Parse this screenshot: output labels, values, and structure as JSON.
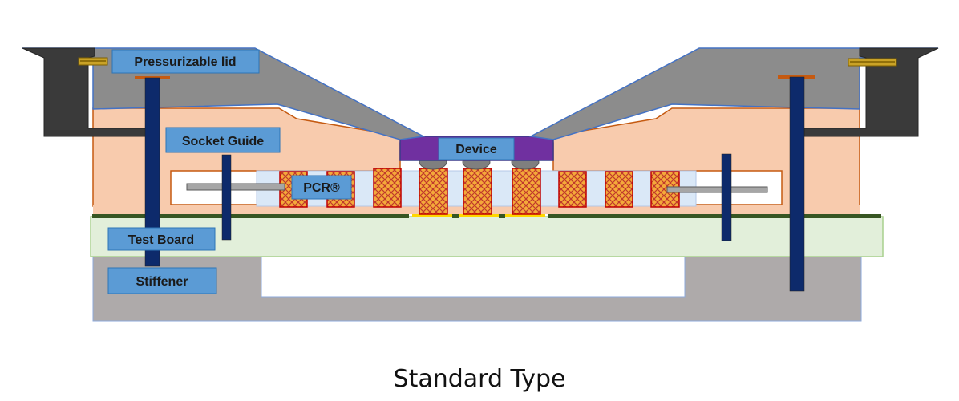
{
  "labels": {
    "lid": "Pressurizable lid",
    "socket_guide": "Socket Guide",
    "device": "Device",
    "pcr": "PCR®",
    "test_board": "Test Board",
    "stiffener": "Stiffener"
  },
  "caption": "Standard Type",
  "colors": {
    "lid": "#8c8c8c",
    "socket_guide": "#f8cbad",
    "socket_outline": "#c55a11",
    "label_fill": "#5b9bd5",
    "device": "#7030a0",
    "pcr_body": "#dae8f7",
    "contact": "#f4b183",
    "contact_outline": "#c00000",
    "test_board": "#e2efda",
    "stiffener": "#aeaaaa",
    "pin": "#0d2a6b",
    "clamp": "#3a3a3a",
    "trace": "#375623",
    "pad": "#ffd700"
  }
}
